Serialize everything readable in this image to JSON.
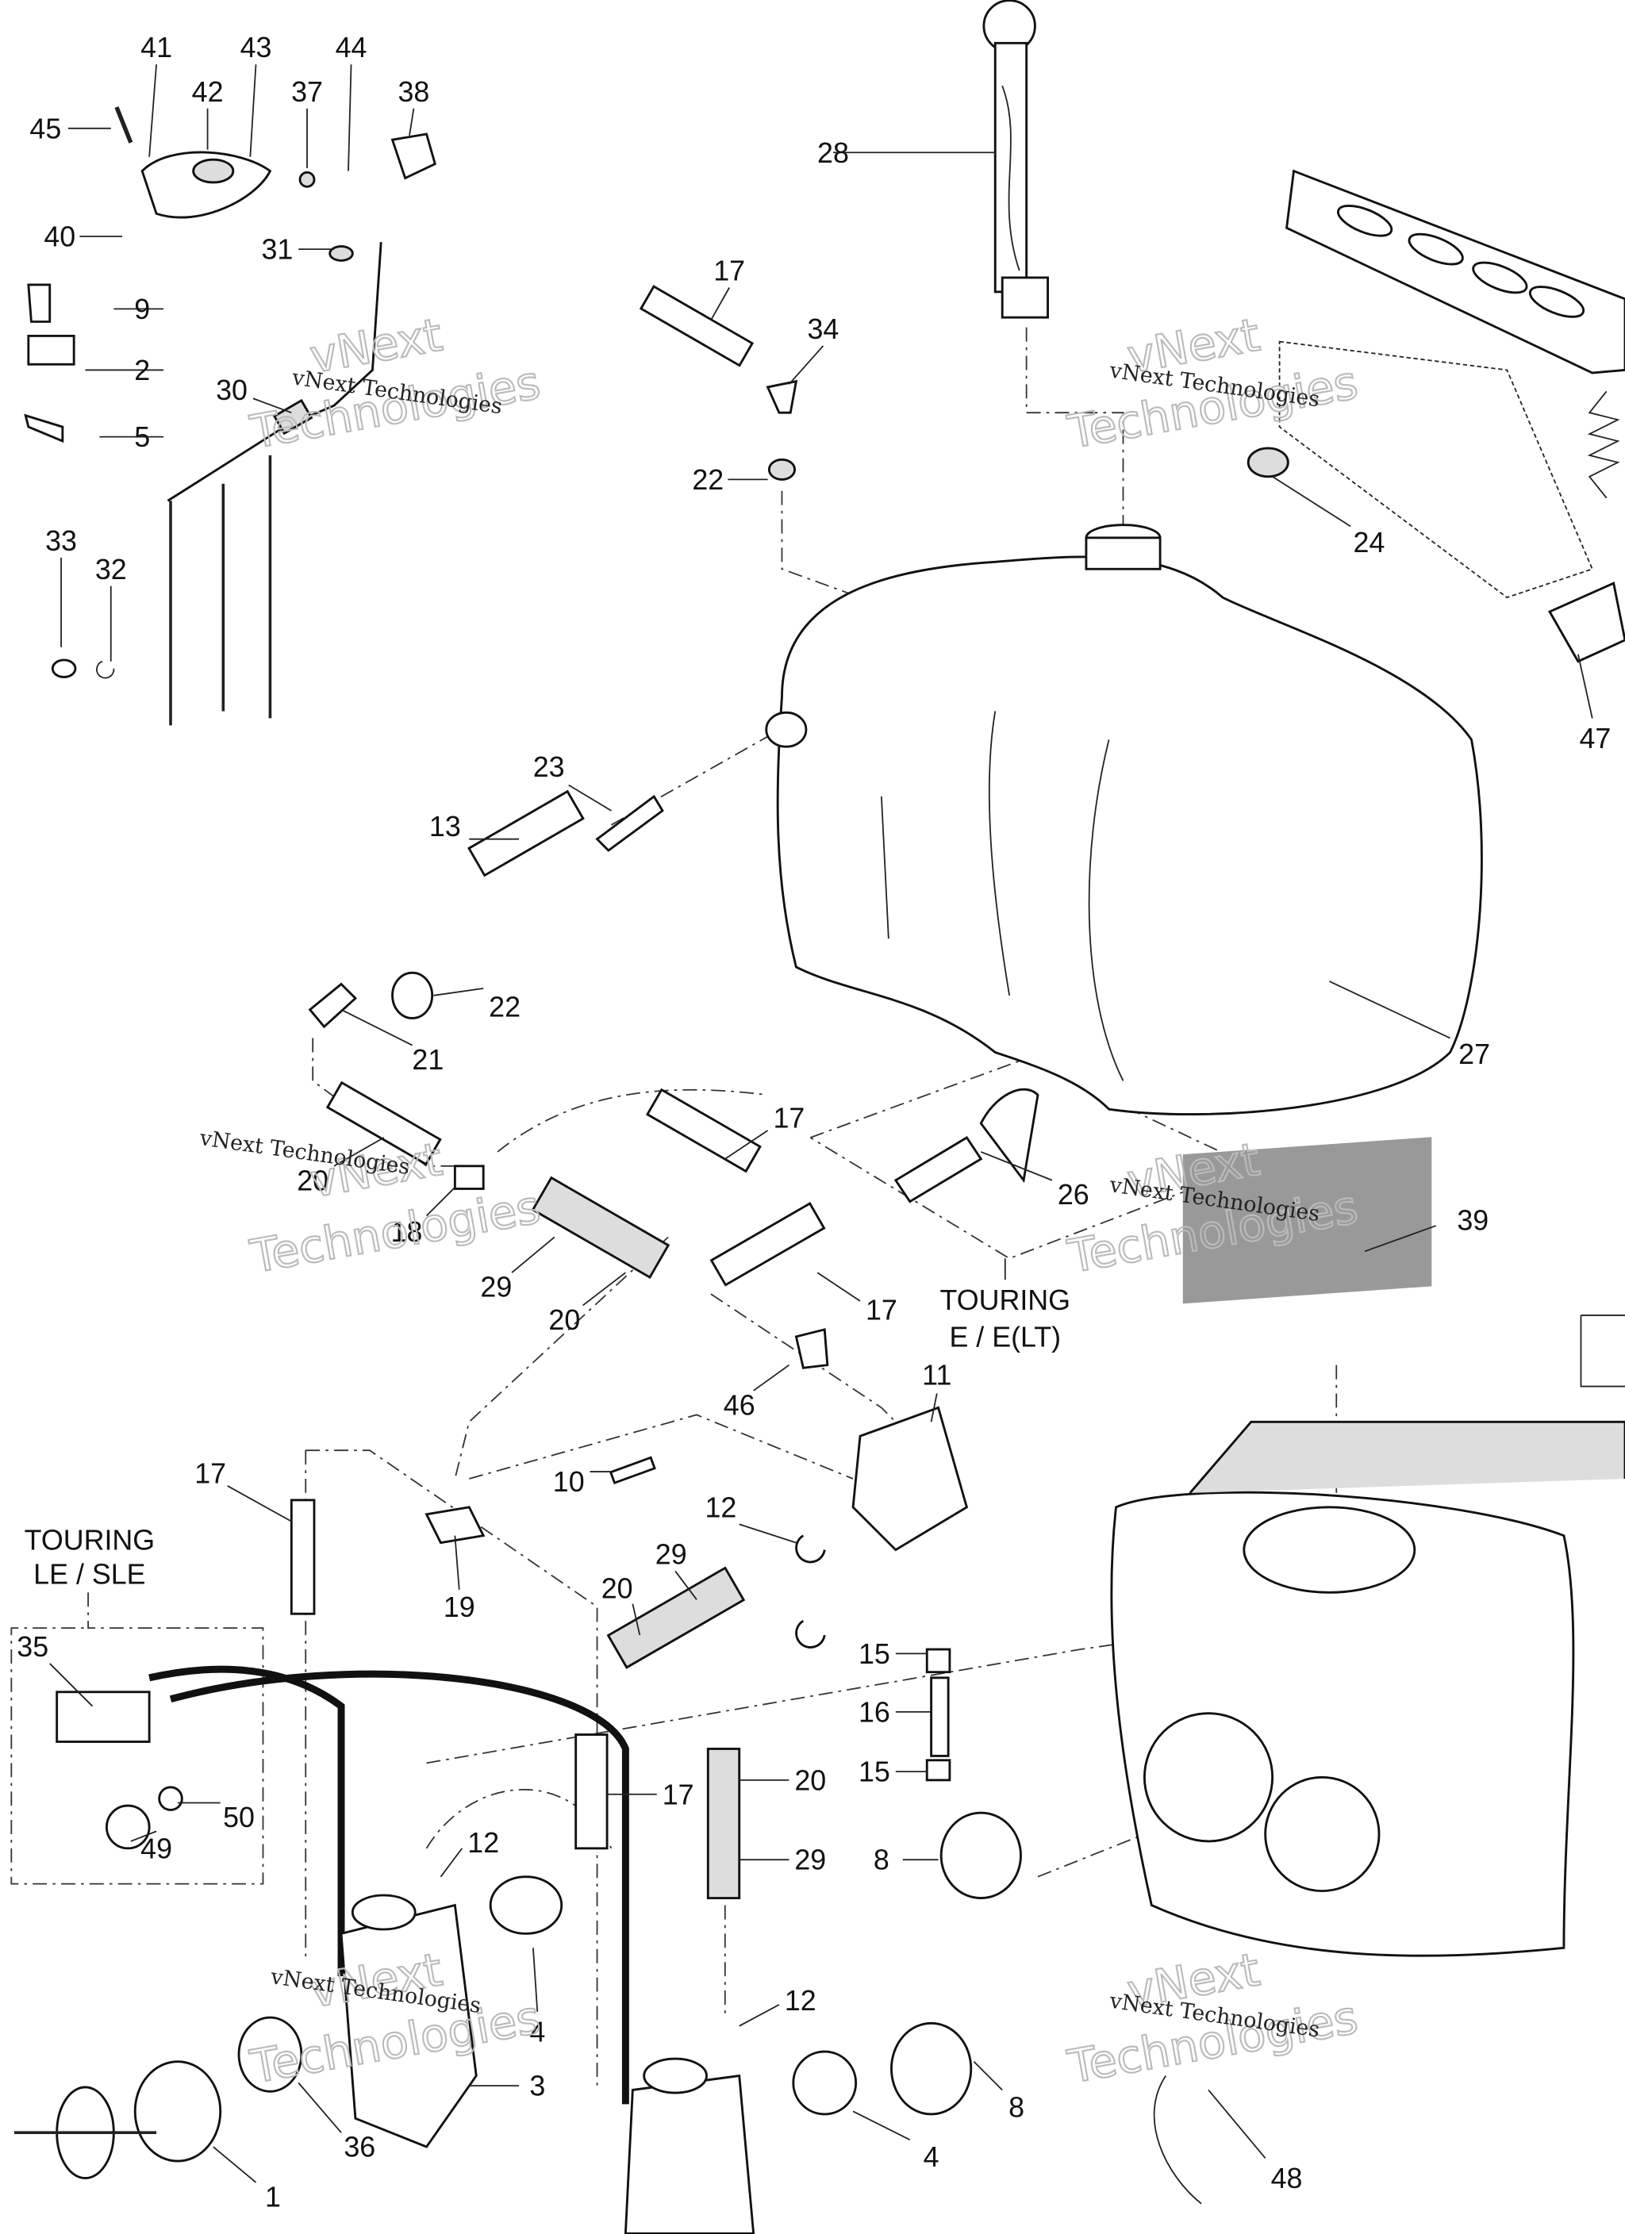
{
  "title": "Fuel system parts diagram",
  "callouts": [
    "41",
    "42",
    "43",
    "44",
    "37",
    "38",
    "45",
    "40",
    "31",
    "9",
    "2",
    "5",
    "30",
    "33",
    "32",
    "17",
    "34",
    "28",
    "22",
    "24",
    "47",
    "23",
    "13",
    "22",
    "21",
    "27",
    "17",
    "26",
    "20",
    "18",
    "29",
    "20",
    "17",
    "39",
    "11",
    "46",
    "10",
    "17",
    "12",
    "29",
    "20",
    "19",
    "35",
    "15",
    "16",
    "15",
    "50",
    "49",
    "17",
    "20",
    "12",
    "29",
    "8",
    "4",
    "3",
    "12",
    "36",
    "8",
    "4",
    "1",
    "48"
  ],
  "notes": {
    "touring_e": [
      "TOURING",
      "E / E(LT)"
    ],
    "touring_le": [
      "TOURING",
      "LE / SLE"
    ]
  },
  "watermark": {
    "line1": "vNext Technologies",
    "line2a": "vNext",
    "line2b": "Technologies"
  }
}
